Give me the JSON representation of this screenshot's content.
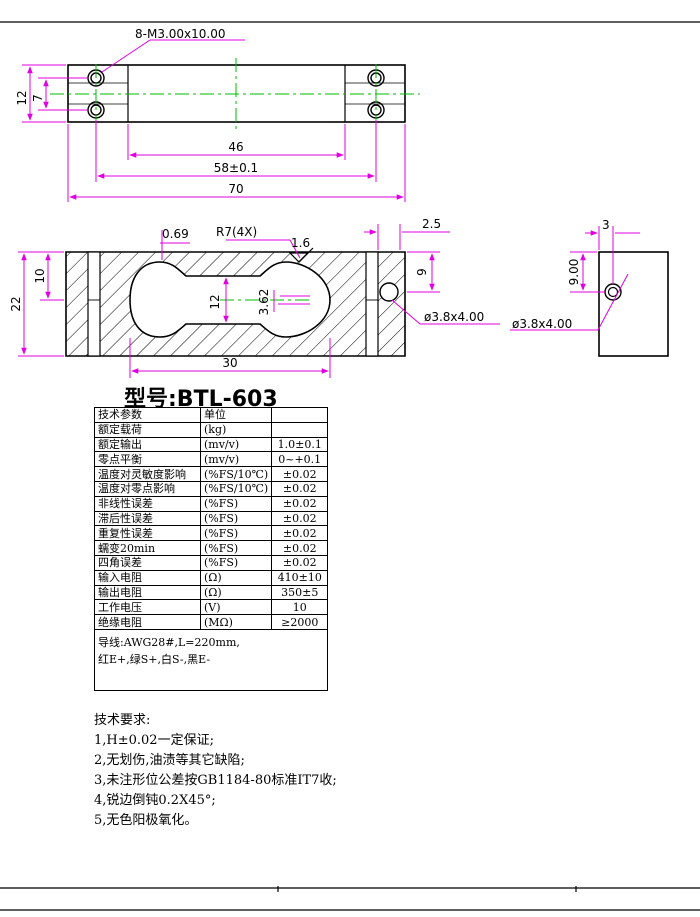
{
  "dimensions": {
    "thread_note": "8-M3.00x10.00",
    "height_12": "12",
    "hole_spacing_7": "7",
    "dim_46": "46",
    "dim_58": "58±0.1",
    "dim_70": "70",
    "dim_0_69": "0.69",
    "radius_note": "R7(4X)",
    "roughness": "1.6",
    "dim_22": "22",
    "dim_10": "10",
    "dim_12_inner": "12",
    "dim_3_62": "3.62",
    "dim_30": "30",
    "dim_2_5": "2.5",
    "dim_9": "9",
    "hole_front": "ø3.8x4.00",
    "dim_3": "3",
    "dim_9_00": "9.00",
    "hole_side": "ø3.8x4.00"
  },
  "model_title": "型号:BTL-603",
  "spec_table": {
    "headers": [
      "技术参数",
      "单位",
      ""
    ],
    "rows": [
      [
        "额定载荷",
        "(kg)",
        ""
      ],
      [
        "额定输出",
        "(mv/v)",
        "1.0±0.1"
      ],
      [
        "零点平衡",
        "(mv/v)",
        "0~+0.1"
      ],
      [
        "温度对灵敏度影响",
        "(%FS/10℃)",
        "±0.02"
      ],
      [
        "温度对零点影响",
        "(%FS/10℃)",
        "±0.02"
      ],
      [
        "非线性误差",
        "(%FS)",
        "±0.02"
      ],
      [
        "滞后性误差",
        "(%FS)",
        "±0.02"
      ],
      [
        "重复性误差",
        "(%FS)",
        "±0.02"
      ],
      [
        "蠕变20min",
        "(%FS)",
        "±0.02"
      ],
      [
        "四角误差",
        "(%FS)",
        "±0.02"
      ],
      [
        "输入电阻",
        "(Ω)",
        "410±10"
      ],
      [
        "输出电阻",
        "(Ω)",
        "350±5"
      ],
      [
        "工作电压",
        "(V)",
        "10"
      ],
      [
        "绝缘电阻",
        "(MΩ)",
        "≥2000"
      ]
    ],
    "wire_note_line1": "导线:AWG28#,L=220mm,",
    "wire_note_line2": "红E+,绿S+,白S-,黑E-"
  },
  "requirements": {
    "title": "技术要求:",
    "items": [
      "1,H±0.02一定保证;",
      "2,无划伤,油渍等其它缺陷;",
      "3,未注形位公差按GB1184-80标准IT7收;",
      "4,锐边倒钝0.2X45°;",
      "5,无色阳极氧化。"
    ]
  },
  "colors": {
    "dimension_lines": "#e000e0",
    "center_lines": "#00bb00",
    "outline": "#000000"
  }
}
